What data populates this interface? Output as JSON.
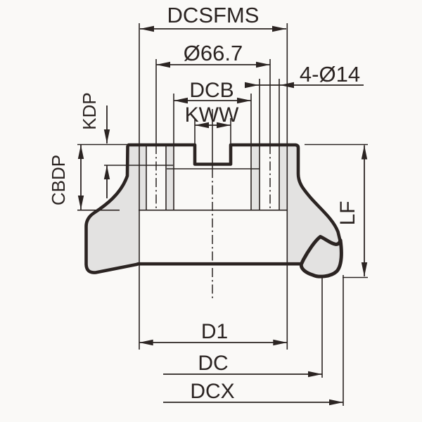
{
  "drawing": {
    "title": "Face mill cross-section dimension drawing",
    "labels": {
      "dcsfms": "DCSFMS",
      "bolt_circle": "Ø66.7",
      "holes": "4-Ø14",
      "dcb": "DCB",
      "kww": "KWW",
      "kdp": "KDP",
      "cbdp": "CBDP",
      "lf": "LF",
      "d1": "D1",
      "dc": "DC",
      "dcx": "DCX"
    },
    "colors": {
      "line": "#2b2422",
      "fill": "#e3e2e1",
      "background": "#faf9f7"
    }
  }
}
